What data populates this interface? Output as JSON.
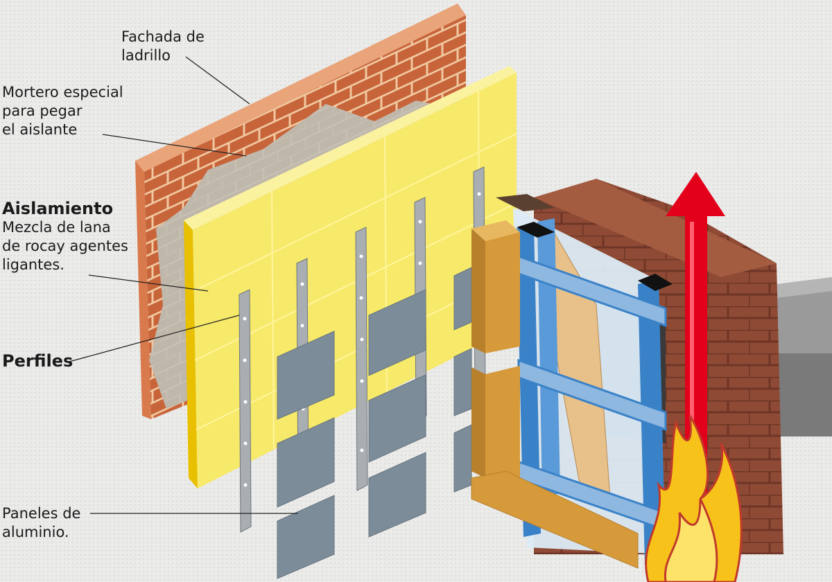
{
  "labels": {
    "fachada": {
      "line1": "Fachada de",
      "line2": "ladrillo"
    },
    "mortero": {
      "line1": "Mortero especial",
      "line2": "para pegar",
      "line3": "el aislante"
    },
    "aislamiento": {
      "title": "Aislamiento",
      "line1": "Mezcla de lana",
      "line2": "de rocay agentes",
      "line3": "ligantes."
    },
    "perfiles": {
      "title": "Perfiles"
    },
    "paneles": {
      "line1": "Paneles de",
      "line2": "aluminio."
    }
  },
  "colors": {
    "brick": "#c8643a",
    "mortar": "#bdb5a8",
    "insulation": "#f7e96a",
    "profile": "#9aa1a6",
    "panel": "#7c8c98",
    "frame_blue": "#3a82c8",
    "wood": "#d69a3a",
    "arrow": "#e3001b",
    "fire": "#f7c21a"
  }
}
